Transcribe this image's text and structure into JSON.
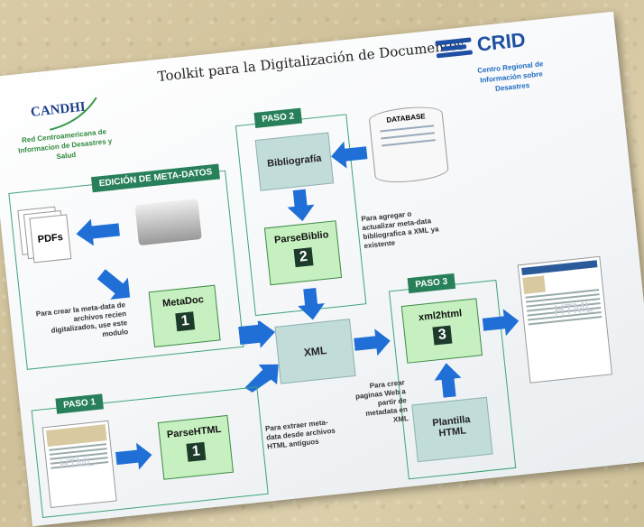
{
  "title": "Toolkit para la Digitalización de Documentos",
  "candhi": {
    "logo": "CANDHI",
    "subtitle": "Red Centroamericana de Informacion de Desastres y Salud"
  },
  "crid": {
    "logo": "CRID",
    "subtitle": "Centro Regional de Información sobre Desastres"
  },
  "metadatos": {
    "tag": "EDICIÓN DE META-DATOS",
    "pdfs": "PDFs",
    "tool": "MetaDoc",
    "num": "1",
    "note": "Para crear la meta-data de archivos recien digitalizados, use este modulo"
  },
  "paso1": {
    "tag": "PASO 1",
    "tool": "ParseHTML",
    "num": "1",
    "note": "Para extraer meta-data desde archivos HTML antiguos",
    "thumb": "HTML"
  },
  "paso2": {
    "tag": "PASO 2",
    "bib": "Bibliografía",
    "tool": "ParseBiblio",
    "num": "2",
    "db": "DATABASE",
    "note": "Para agregar o actualizar meta-data bibliografica a XML ya existente"
  },
  "xml": "XML",
  "paso3": {
    "tag": "PASO 3",
    "tool": "xml2html",
    "num": "3",
    "plantilla": "Plantilla HTML",
    "note": "Para crear paginas Web a partir de metadata en XML",
    "out": "HTML"
  }
}
